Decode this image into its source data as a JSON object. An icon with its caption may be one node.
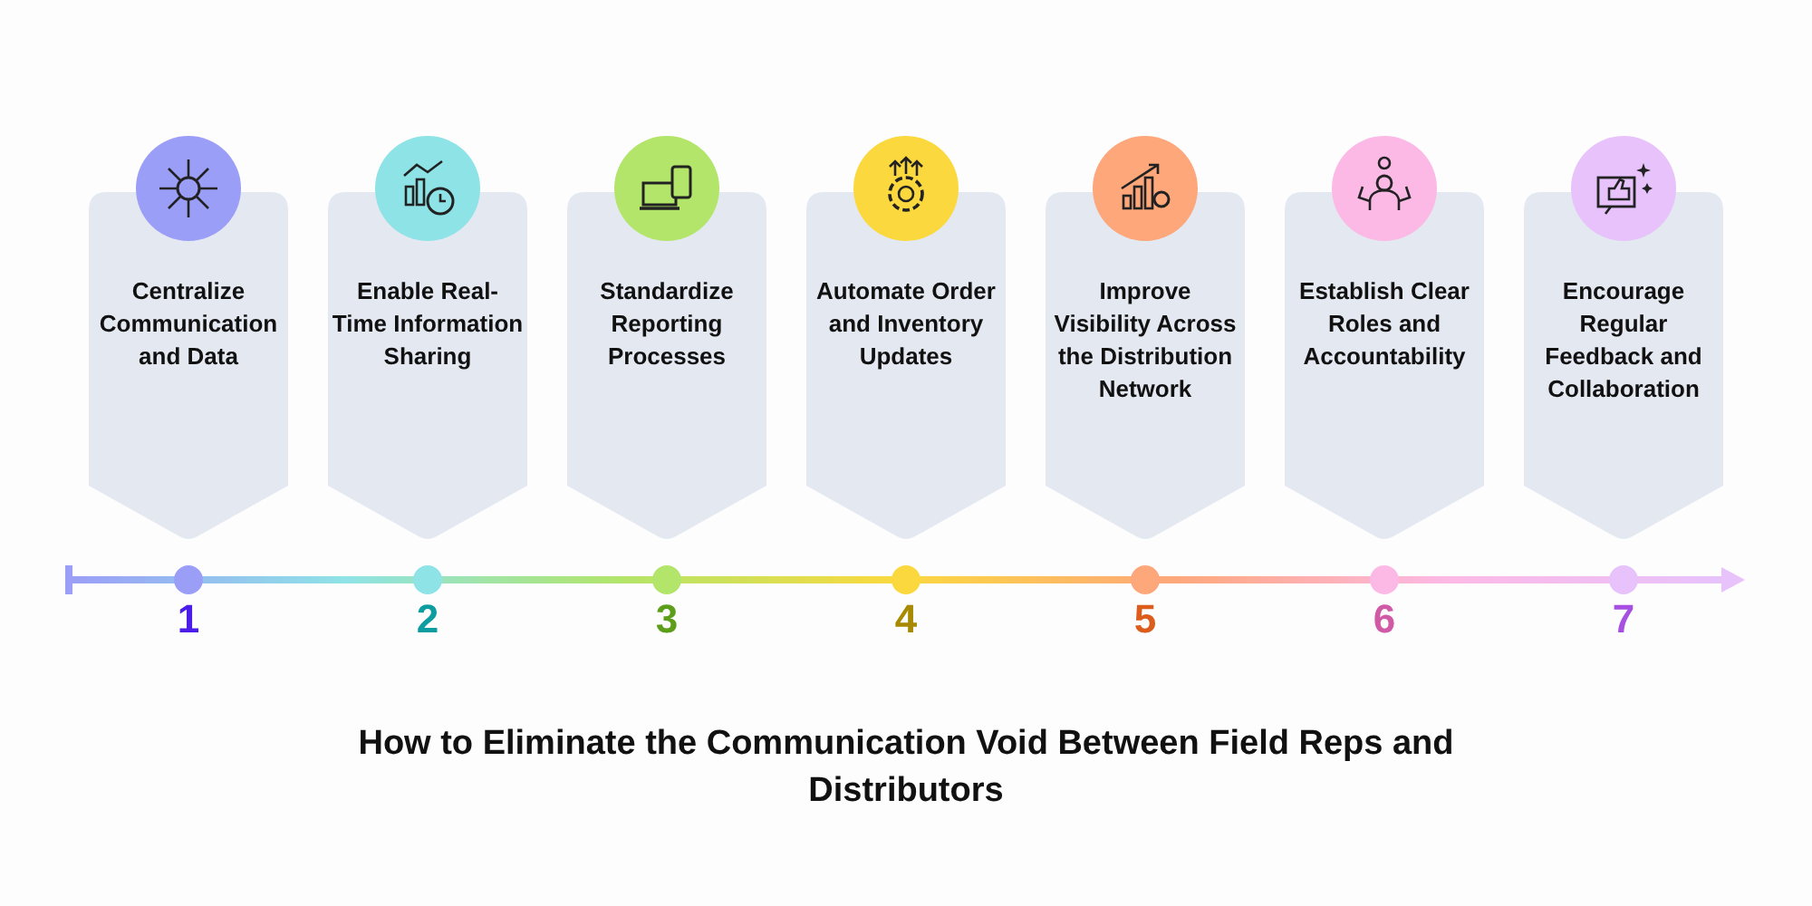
{
  "diagram": {
    "title": "How to Eliminate the Communication Void Between Field Reps and Distributors",
    "nodes": [
      {
        "text": [
          "Centralize Communication and Data"
        ]
      },
      {
        "text": [
          "Enable Real-Time Information Sharing"
        ]
      },
      {
        "text": [
          "Standardize Reporting Processes"
        ]
      },
      {
        "text": [
          "Automate Order and Inventory Updates"
        ]
      },
      {
        "text": [
          "Improve Visibility Across the Distribution Network"
        ]
      },
      {
        "text": [
          "Establish Clear Roles and Accountability"
        ]
      },
      {
        "text": [
          "Encourage Regular Feedback and Collaboration"
        ]
      }
    ],
    "edges": [],
    "labels": [
      "1",
      "2",
      "3",
      "4",
      "5",
      "6",
      "7"
    ]
  }
}
